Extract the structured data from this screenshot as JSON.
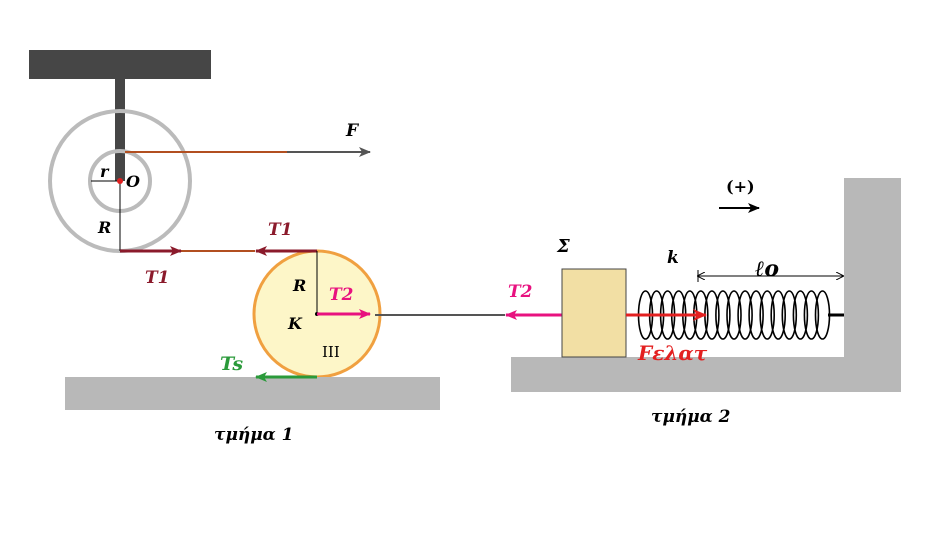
{
  "part1": {
    "caption": "τμήμα 1",
    "force_label": "F",
    "small_radius_label": "r",
    "center_label": "O",
    "large_radius_label": "R",
    "tension1_lower_label": "T1",
    "tension1_upper_label": "T1",
    "cylinder_radius_label": "R",
    "cylinder_center_label": "K",
    "cylinder_roman_label": "III",
    "tension2_label": "T2",
    "friction_label": "Ts"
  },
  "part2": {
    "caption": "τμήμα 2",
    "positive_direction_label": "(+)",
    "block_label": "Σ",
    "spring_constant_label": "k",
    "natural_length_label": "ℓo",
    "tension2_label": "T2",
    "spring_force_label": "Fελατ"
  },
  "colors": {
    "ceiling": "#464646",
    "ground": "#b8b8b8",
    "pulley_rings": "#bbbbbb",
    "cylinder_fill": "#fdf6c8",
    "cylinder_stroke": "#f0a040",
    "block_fill": "#f2dfa4",
    "tension1": "#8b1a2b",
    "tension2": "#e8117f",
    "friction": "#2a9a3a",
    "spring_force": "#e32020",
    "rope_orange": "#b24f20"
  }
}
